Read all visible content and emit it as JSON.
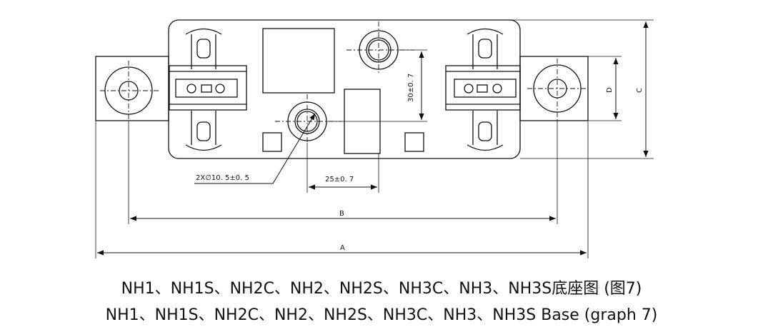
{
  "drawing": {
    "dims": {
      "hole": "2X∅10. 5±0. 5",
      "h_spacing": "25±0. 7",
      "v_spacing": "30±0. 7",
      "B": "B",
      "A": "A",
      "C": "C",
      "D": "D"
    }
  },
  "caption": {
    "line1": "NH1、NH1S、NH2C、NH2、NH2S、NH3C、NH3、NH3S底座图 (图7)",
    "line2": "NH1、NH1S、NH2C、NH2、NH2S、NH3C、NH3、NH3S Base (graph 7)"
  }
}
